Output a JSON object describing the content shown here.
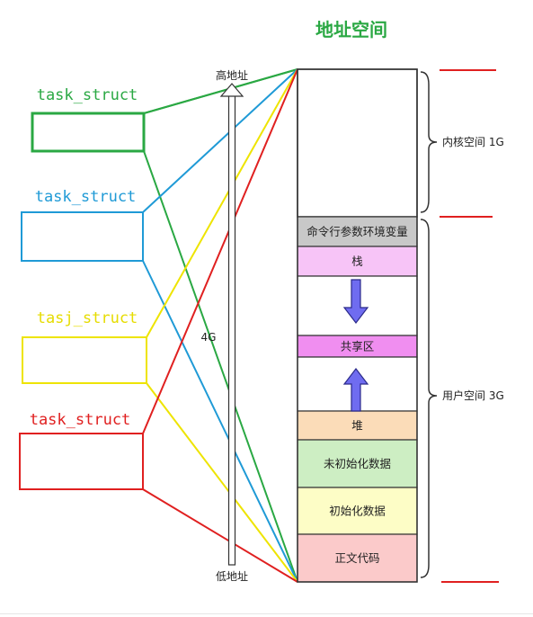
{
  "title": "地址空间",
  "address_labels": {
    "high": "高地址",
    "low": "低地址",
    "size": "4G"
  },
  "tasks": [
    {
      "label": "task_struct",
      "color": "#2aa843"
    },
    {
      "label": "task_struct",
      "color": "#1f9ad6"
    },
    {
      "label": "tasj_struct",
      "color": "#eee400"
    },
    {
      "label": "task_struct",
      "color": "#e02020"
    }
  ],
  "kernel_space": {
    "label": "内核空间 1G"
  },
  "user_space": {
    "label": "用户空间 3G"
  },
  "segments": [
    {
      "label": "命令行参数环境变量",
      "color": "#c8c8c8"
    },
    {
      "label": "栈",
      "color": "#f7c4f7"
    },
    {
      "label": "",
      "color": "#ffffff"
    },
    {
      "label": "共享区",
      "color": "#f08ef0"
    },
    {
      "label": "",
      "color": "#ffffff"
    },
    {
      "label": "堆",
      "color": "#fbdcb8"
    },
    {
      "label": "未初始化数据",
      "color": "#cdeec3"
    },
    {
      "label": "初始化数据",
      "color": "#fdfdc6"
    },
    {
      "label": "正文代码",
      "color": "#fbcaca"
    }
  ],
  "colors": {
    "accent_red": "#e02020",
    "arrow_fill": "#6f6cf0",
    "arrow_stroke": "#2b2a8a"
  }
}
